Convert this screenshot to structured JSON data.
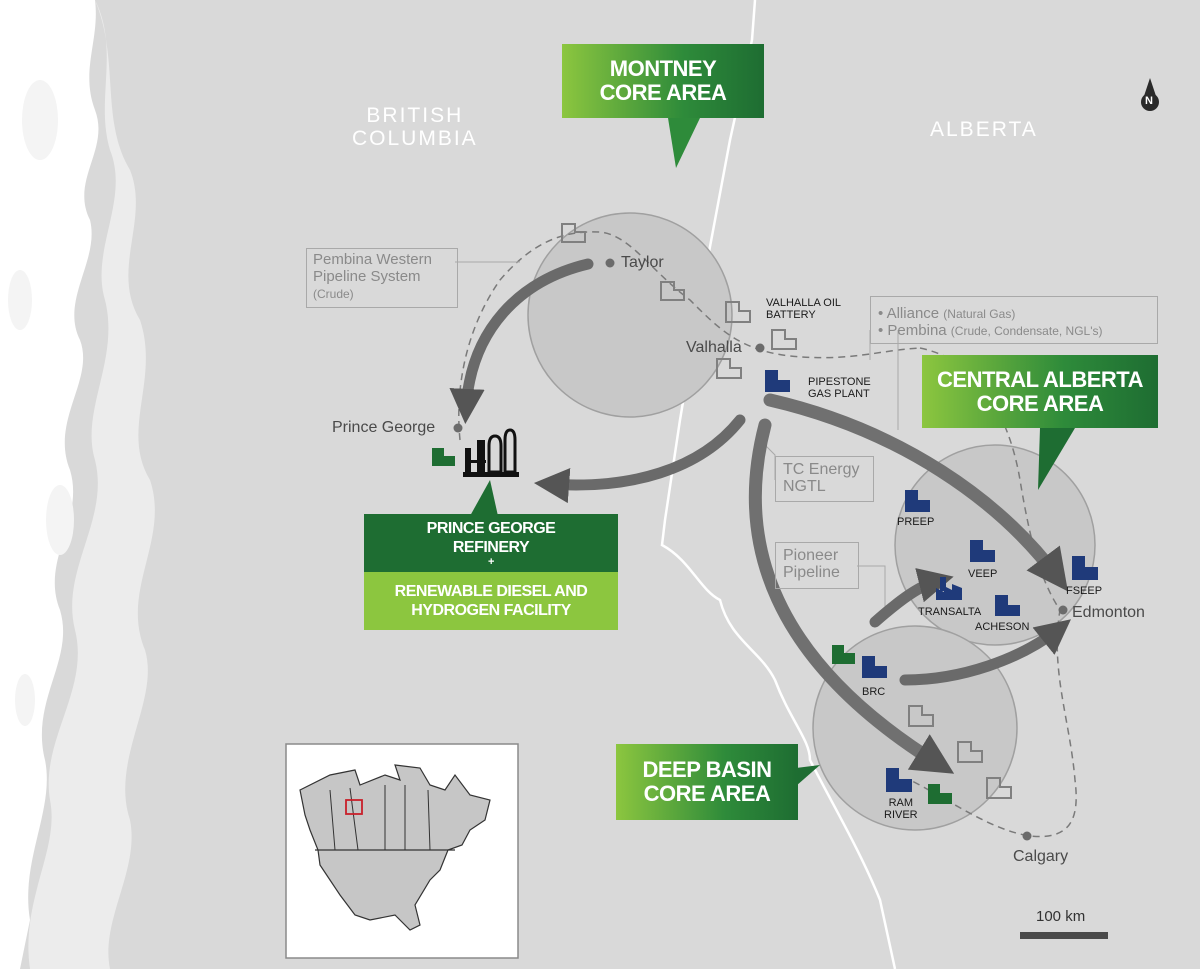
{
  "provinces": {
    "british_columbia": [
      "BRITISH",
      "COLUMBIA"
    ],
    "alberta": "ALBERTA"
  },
  "compass": "N",
  "callouts": {
    "montney": [
      "MONTNEY",
      "CORE AREA"
    ],
    "central_alberta": [
      "CENTRAL ALBERTA",
      "CORE AREA"
    ],
    "deep_basin": [
      "DEEP BASIN",
      "CORE AREA"
    ],
    "prince_george_refinery": [
      "PRINCE GEORGE",
      "REFINERY",
      "+"
    ],
    "renewable": [
      "RENEWABLE DIESEL AND",
      "HYDROGEN FACILITY"
    ]
  },
  "cities": {
    "taylor": "Taylor",
    "valhalla": "Valhalla",
    "prince_george": "Prince George",
    "edmonton": "Edmonton",
    "calgary": "Calgary"
  },
  "facilities": {
    "valhalla_oil_battery": [
      "VALHALLA OIL",
      "BATTERY"
    ],
    "pipestone": [
      "PIPESTONE",
      "GAS PLANT"
    ],
    "preep": "PREEP",
    "veep": "VEEP",
    "transalta": "TRANSALTA",
    "acheson": "ACHESON",
    "fseep": "FSEEP",
    "brc": "BRC",
    "ram_river": [
      "RAM",
      "RIVER"
    ]
  },
  "pipelines": {
    "pembina_western": [
      "Pembina Western",
      "Pipeline System",
      "(Crude)"
    ],
    "alliance_pembina": [
      {
        "name": "Alliance",
        "detail": "(Natural Gas)"
      },
      {
        "name": "Pembina",
        "detail": "(Crude, Condensate, NGL's)"
      }
    ],
    "tc_energy": [
      "TC Energy",
      "NGTL"
    ],
    "pioneer": [
      "Pioneer",
      "Pipeline"
    ]
  },
  "scale": "100 km",
  "colors": {
    "dark_green": "#1e6d32",
    "light_green": "#8cc63f",
    "navy": "#1f3a7a",
    "land": "#d9d9d9",
    "water": "#ffffff"
  }
}
